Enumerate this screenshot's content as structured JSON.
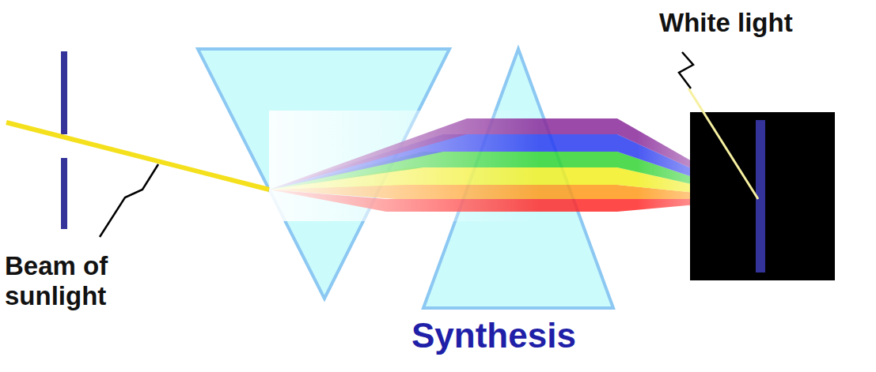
{
  "diagram": {
    "labels": [
      "White light",
      "Beam of sunlight",
      "Synthesis"
    ]
  }
}
